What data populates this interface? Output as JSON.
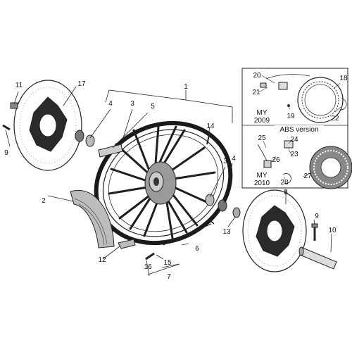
{
  "labels": {
    "p1": "1",
    "p2": "2",
    "p3a": "3",
    "p3b": "3",
    "p4a": "4",
    "p4b": "4",
    "p5": "5",
    "p6": "6",
    "p7": "7",
    "p8": "8",
    "p9a": "9",
    "p9b": "9",
    "p10": "10",
    "p11": "11",
    "p12": "12",
    "p13": "13",
    "p14": "14",
    "p15": "15",
    "p16": "16",
    "p17": "17",
    "p18": "18",
    "p19": "19",
    "p20": "20",
    "p21": "21",
    "p22": "22",
    "p23": "23",
    "p24": "24",
    "p25": "25",
    "p26": "26",
    "p27": "27",
    "p28": "28"
  },
  "abs_box": {
    "title": "ABS version",
    "my_2009_a": "MY",
    "my_2009_b": "2009",
    "my_2010_a": "MY",
    "my_2010_b": "2010"
  },
  "colors": {
    "line": "#222222",
    "tire": "#1a1a1a",
    "disc_dark": "#2a2a2a",
    "hub": "#9a9a9a",
    "fender": "#bdbdbd"
  }
}
